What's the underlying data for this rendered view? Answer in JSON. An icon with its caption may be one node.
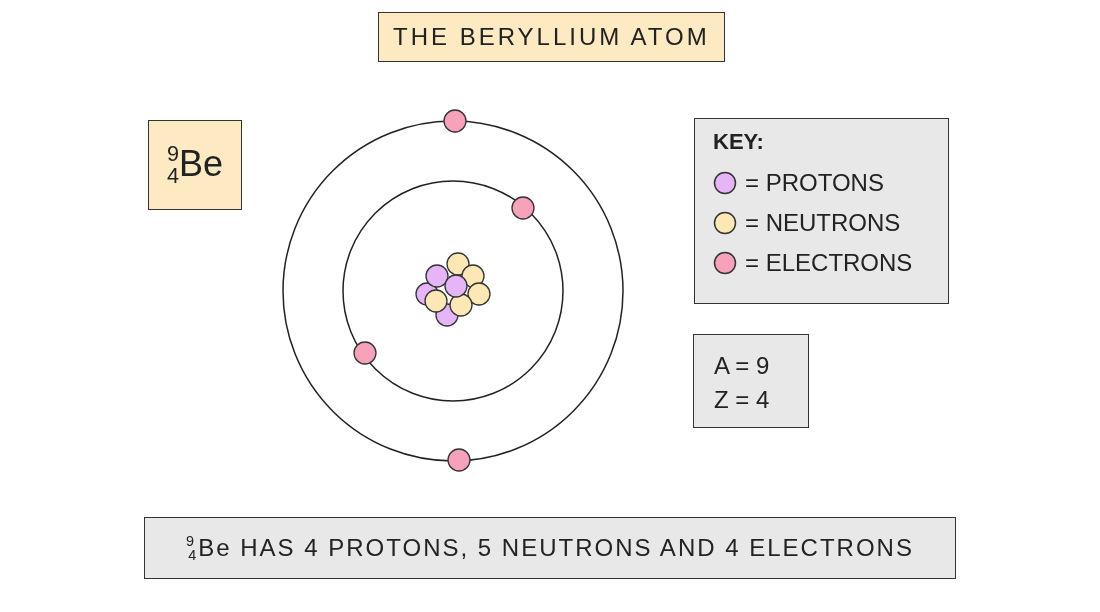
{
  "diagram": {
    "title": "THE BERYLLIUM ATOM",
    "nodes": [
      {
        "text": [
          "$^{9}$$_{4}$Be"
        ]
      },
      {
        "text": [
          "KEY:"
        ]
      },
      {
        "text": [
          "A = 9",
          "Z = 4"
        ]
      },
      {
        "text": [
          "$^{9}$$_{4}$Be HAS 4 PROTONS, 5 NEUTRONS AND 4 ELECTRONS"
        ]
      }
    ],
    "legend": [
      {
        "text": "= PROTONS",
        "color": "#e6b5f7"
      },
      {
        "text": "= NEUTRONS",
        "color": "#fde8b5"
      },
      {
        "text": "= ELECTRONS",
        "color": "#f7a1bb"
      }
    ]
  }
}
